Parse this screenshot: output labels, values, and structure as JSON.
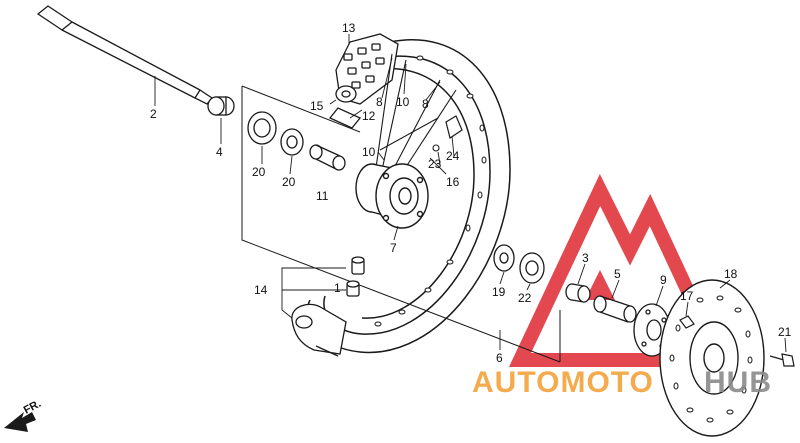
{
  "diagram": {
    "part_labels": [
      "1",
      "2",
      "3",
      "4",
      "5",
      "6",
      "7",
      "8",
      "8",
      "9",
      "10",
      "10",
      "11",
      "12",
      "13",
      "14",
      "15",
      "16",
      "17",
      "18",
      "19",
      "20",
      "20",
      "21",
      "22",
      "23",
      "24"
    ],
    "direction_label": "FR.",
    "colors": {
      "line": "#1a1a1a",
      "watermark_red": "#e0343c",
      "watermark_orange": "#f2a33a",
      "watermark_gray": "#8a8a8a"
    }
  },
  "watermark": {
    "part_a": "AUTOMOTO",
    "part_b": "HUB"
  }
}
